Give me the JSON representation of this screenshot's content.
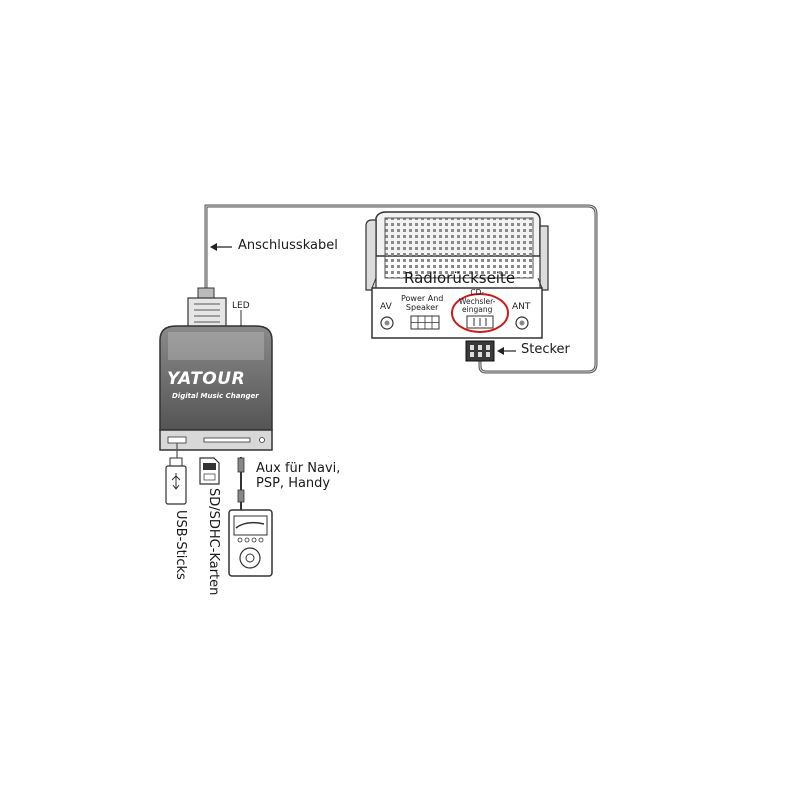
{
  "labels": {
    "cable": "Anschlusskabel",
    "led": "LED",
    "radio_back": "Radiorückseite",
    "av": "AV",
    "power_speaker": "Power And\nSpeaker",
    "cd_changer_input": "CD-\nWechsler-\neingang",
    "ant": "ANT",
    "connector": "Stecker",
    "aux": "Aux für Navi,\nPSP, Handy",
    "usb": "USB-Sticks",
    "sd": "SD/SDHC-Karten"
  },
  "device": {
    "brand": "YATOUR",
    "subtitle": "Digital Music Changer"
  },
  "colors": {
    "device_body": "#6e6e6e",
    "device_top": "#c9c9c9",
    "outline": "#333333",
    "highlight_circle": "#cc1a1a",
    "cable": "#555555"
  }
}
